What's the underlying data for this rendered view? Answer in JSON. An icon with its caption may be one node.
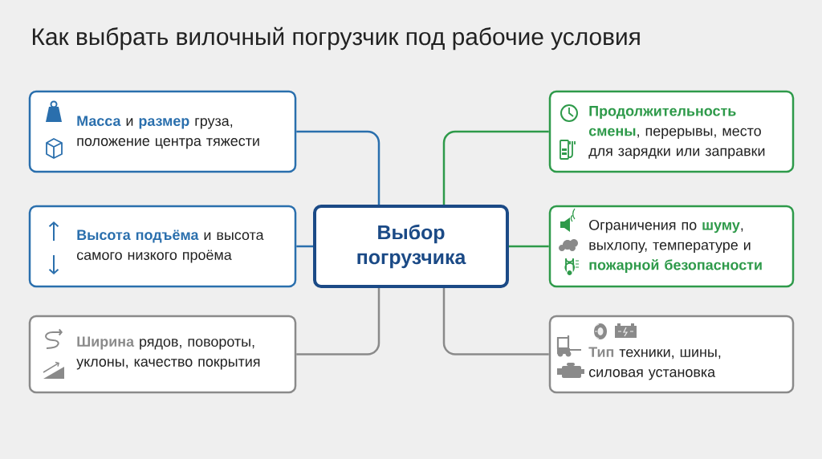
{
  "diagram": {
    "title": "Как выбрать вилочный погрузчик под рабочие условия",
    "nodes": [
      {
        "text": [
          "Выбор погрузчика"
        ]
      },
      {
        "text": [
          "**Масса** и **размер** груза, положение центра тяжести"
        ]
      },
      {
        "text": [
          "**Высота подъёма** и высота самого низкого проёма"
        ]
      },
      {
        "text": [
          "**Ширина** рядов, повороты, уклоны, качество покрытия"
        ]
      },
      {
        "text": [
          "**Продолжительность смены**, перерывы, место для зарядки или заправки"
        ]
      },
      {
        "text": [
          "Ограничения по **шуму**, выхлопу, температуре и **пожарной безопасности**"
        ]
      },
      {
        "text": [
          "**Тип** техники, шины, силовая установка"
        ]
      }
    ],
    "edges": [
      {
        "from": 0,
        "to": 1,
        "arrow": "none",
        "color": "#2a6fad"
      },
      {
        "from": 0,
        "to": 2,
        "arrow": "none",
        "color": "#2a6fad"
      },
      {
        "from": 0,
        "to": 3,
        "arrow": "none",
        "color": "#8a8a8a"
      },
      {
        "from": 0,
        "to": 4,
        "arrow": "none",
        "color": "#2e9a4a"
      },
      {
        "from": 0,
        "to": 5,
        "arrow": "none",
        "color": "#2e9a4a"
      },
      {
        "from": 0,
        "to": 6,
        "arrow": "none",
        "color": "#8a8a8a"
      }
    ]
  }
}
